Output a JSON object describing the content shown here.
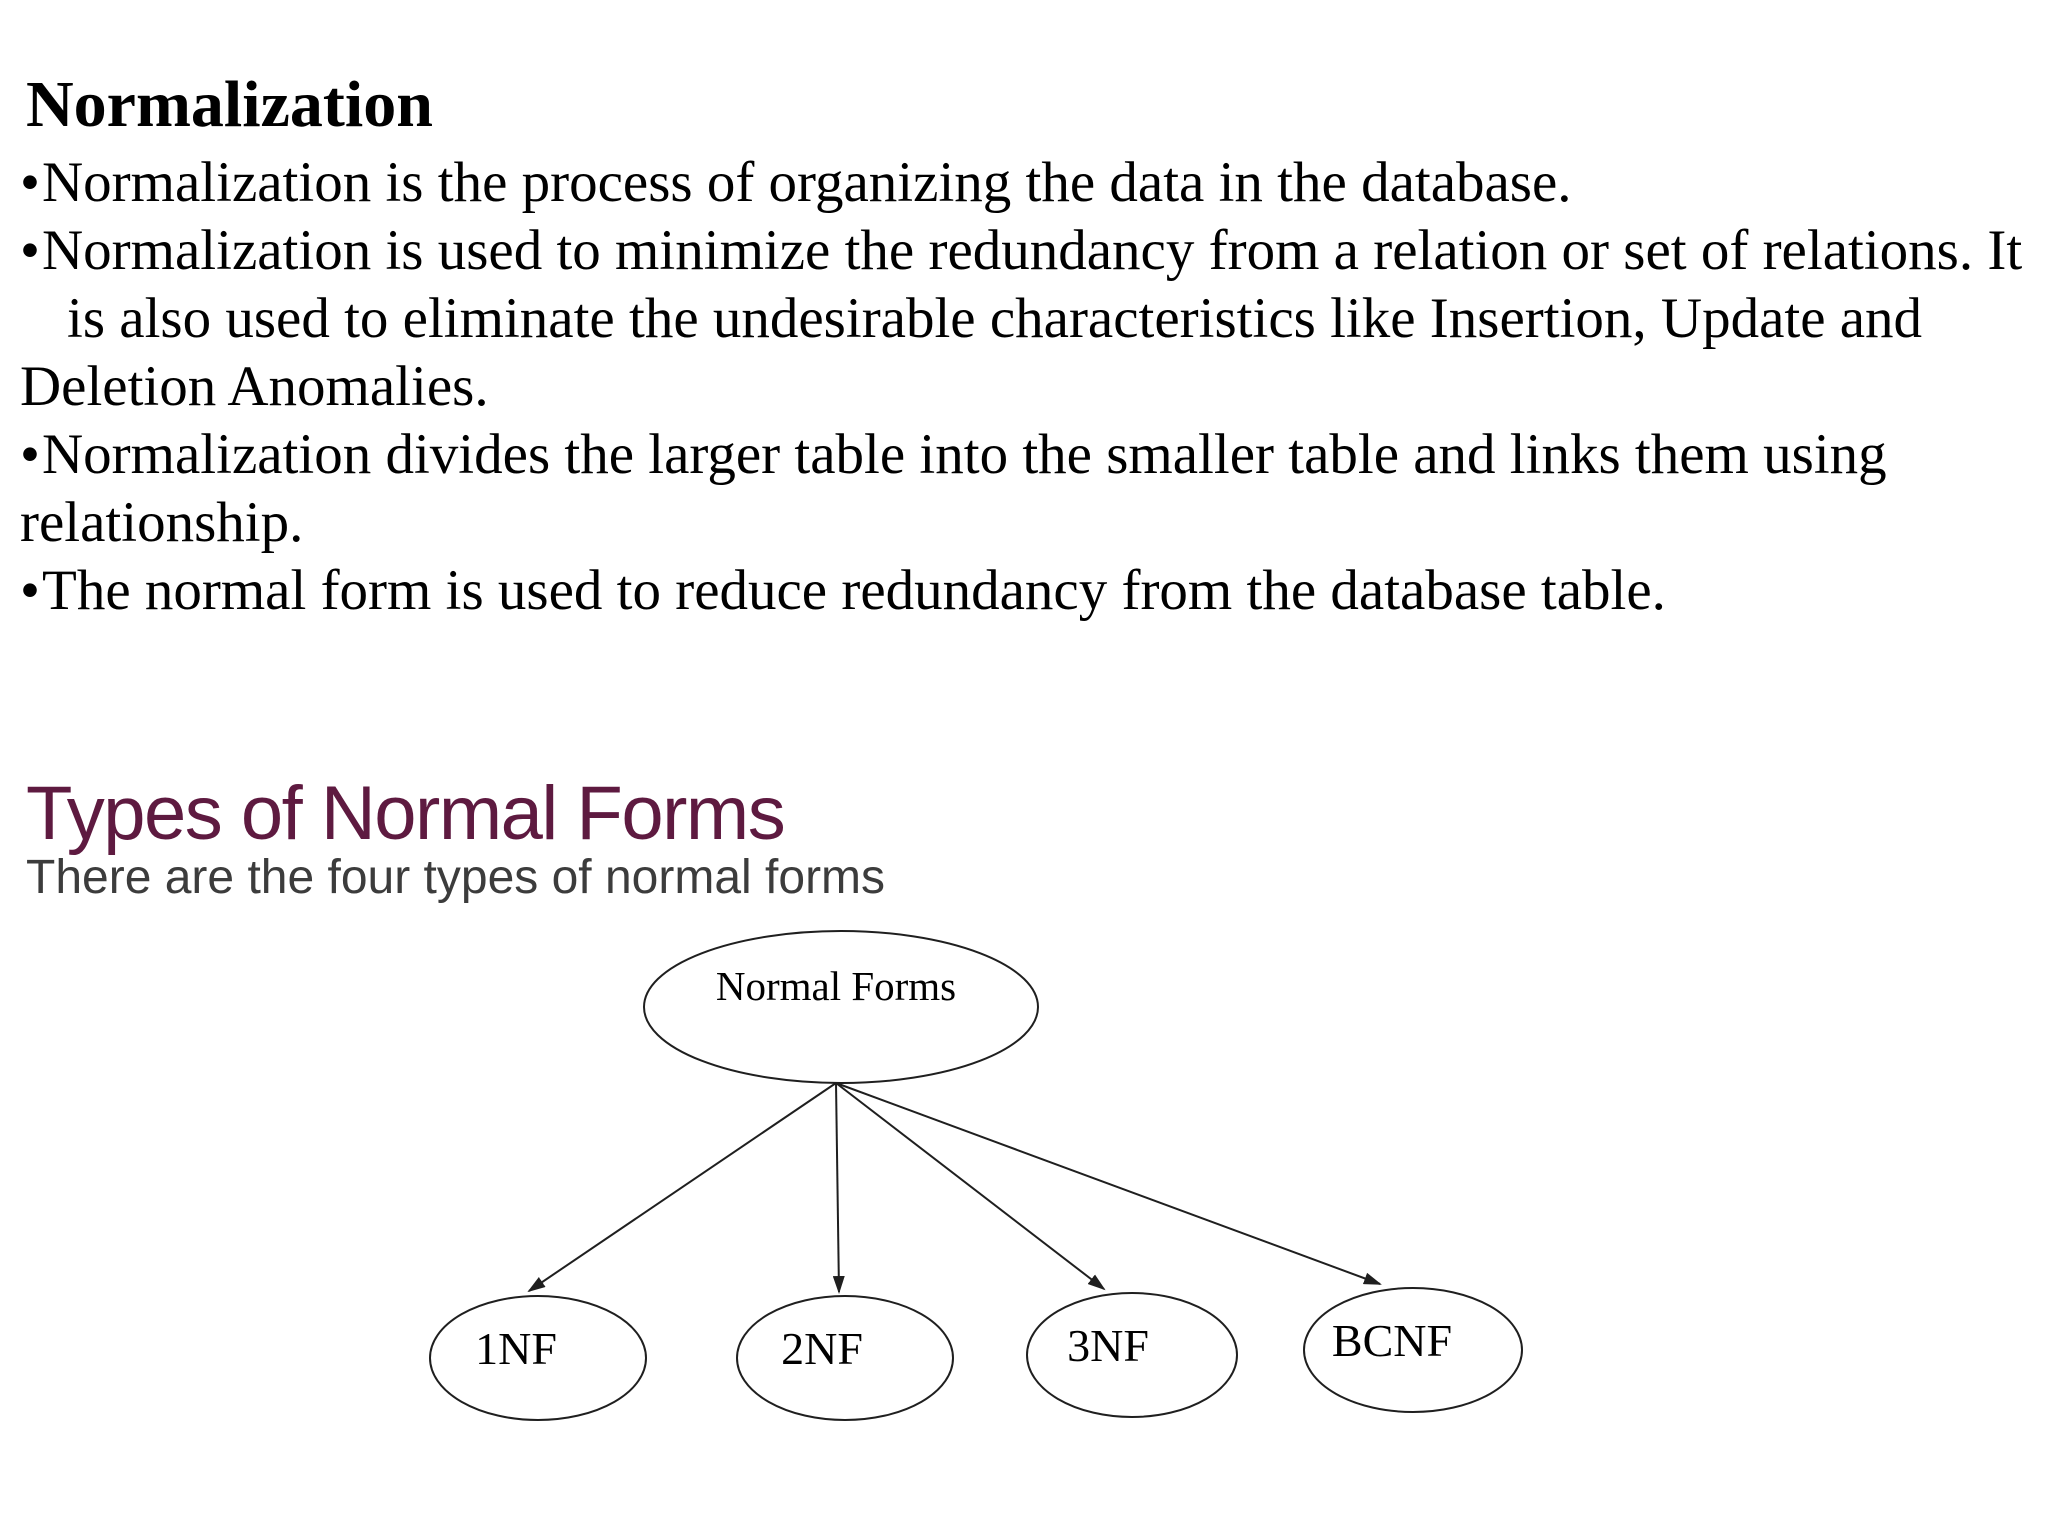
{
  "doc": {
    "title": "Normalization",
    "bullets": [
      {
        "bullet": "•",
        "text": "Normalization is the process of organizing the data in the database."
      },
      {
        "bullet": "•",
        "text": "Normalization is used to minimize the redundancy from a relation or set of relations. It"
      },
      {
        "bullet": "",
        "text": "is also used to eliminate the undesirable characteristics like Insertion, Update and"
      },
      {
        "bullet": "",
        "text": "Deletion Anomalies."
      },
      {
        "bullet": "•",
        "text": "Normalization divides the larger table into the smaller table and links them using"
      },
      {
        "bullet": "",
        "text": "relationship."
      },
      {
        "bullet": "•",
        "text": "The normal form is used to reduce redundancy from the database table."
      }
    ],
    "section": {
      "heading": "Types of Normal Forms",
      "subheading": "There are the four types of normal forms"
    },
    "diagram": {
      "root": "Normal Forms",
      "children": [
        "1NF",
        "2NF",
        "3NF",
        "BCNF"
      ]
    },
    "colors": {
      "body_text": "#000000",
      "section_heading": "#5e1a40",
      "section_subheading": "#3c3c3c",
      "diagram_stroke": "#1f1f1f",
      "background": "#ffffff"
    }
  }
}
